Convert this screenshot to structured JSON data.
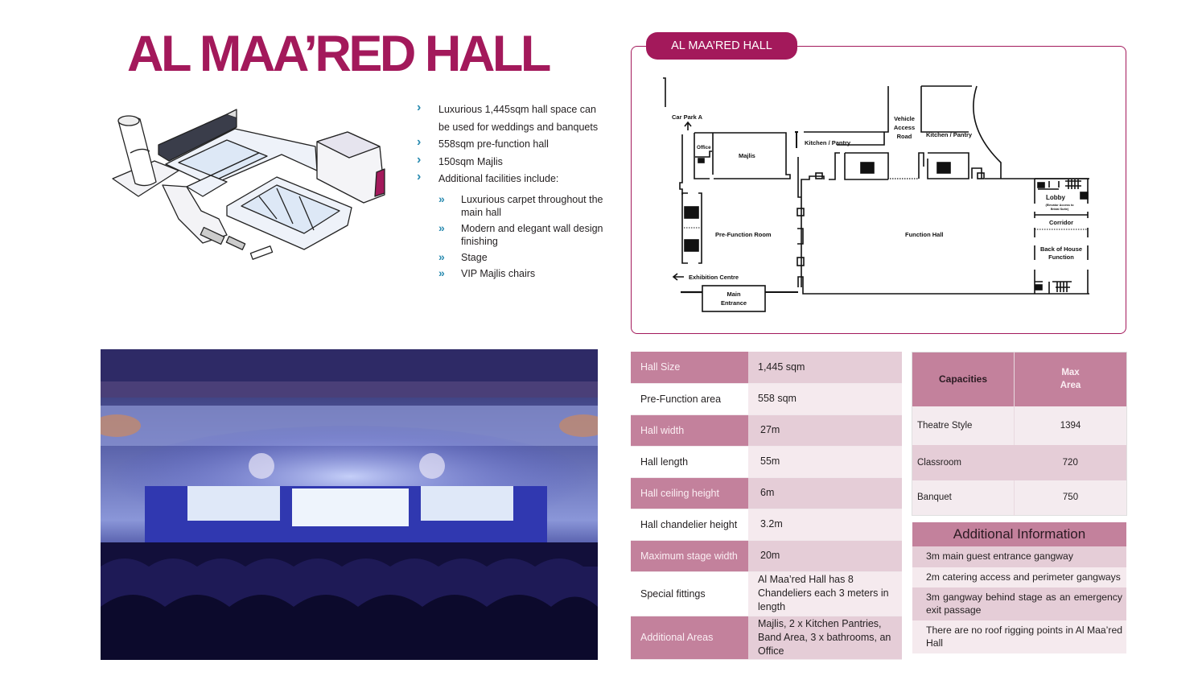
{
  "title": "AL MAA’RED HALL",
  "colors": {
    "brand": "#a3195b",
    "table_dark": "#c3819c",
    "table_mid": "#e5cdd7",
    "table_light": "#f5eaee",
    "bullet": "#2a8bb0"
  },
  "features": {
    "items": [
      "Luxurious 1,445sqm hall space can be used for weddings and banquets",
      "558sqm pre-function hall",
      "150sqm Majlis",
      "Additional facilities include:"
    ],
    "sub_items": [
      "Luxurious carpet throughout the main hall",
      "Modern and elegant wall design finishing",
      "Stage",
      "VIP Majlis chairs"
    ],
    "bullet_icon": "›",
    "sub_bullet_icon": "»"
  },
  "floor_plan": {
    "tab_label": "AL MAA’RED HALL",
    "labels": {
      "car_park": "Car Park A",
      "office": "Office",
      "majlis": "Majlis",
      "kitchen1": "Kitchen / Pantry",
      "vehicle1": "Vehicle",
      "vehicle2": "Access",
      "vehicle3": "Road",
      "kitchen2": "Kitchen / Pantry",
      "lobby": "Lobby",
      "lobby_sub1": "(Elevator Access to",
      "lobby_sub2": "Bridal Suite)",
      "corridor": "Corridor",
      "boh1": "Back of House",
      "boh2": "Function",
      "prefunction": "Pre-Function Room",
      "function_hall": "Function Hall",
      "exhibition": "Exhibition Centre",
      "main1": "Main",
      "main2": "Entrance"
    }
  },
  "photo": {
    "description": "Conference hall with stage, three screens, chandeliers and rows of chairs"
  },
  "specs": [
    {
      "label": "Hall Size",
      "value": "1,445 sqm"
    },
    {
      "label": "Pre-Function area",
      "value": "558 sqm"
    },
    {
      "label": "Hall width",
      "value": "27m"
    },
    {
      "label": "Hall length",
      "value": "55m"
    },
    {
      "label": "Hall ceiling height",
      "value": "6m"
    },
    {
      "label": "Hall chandelier height",
      "value": "3.2m"
    },
    {
      "label": "Maximum stage width",
      "value": "20m"
    },
    {
      "label": "Special fittings",
      "value": "Al Maa’red Hall has 8 Chandeliers each 3 meters in length"
    },
    {
      "label": "Additional Areas",
      "value": "Majlis, 2 x Kitchen Pantries, Band Area, 3 x bathrooms, an Office"
    }
  ],
  "capacities": {
    "header_label": "Capacities",
    "header_value_line1": "Max",
    "header_value_line2": "Area",
    "rows": [
      {
        "label": "Theatre Style",
        "value": "1394"
      },
      {
        "label": "Classroom",
        "value": "720"
      },
      {
        "label": "Banquet",
        "value": "750"
      }
    ]
  },
  "additional_info": {
    "title": "Additional Information",
    "items": [
      "3m main guest entrance gangway",
      "2m catering access and perimeter gangways",
      "3m gangway behind stage as an emergency exit passage",
      "There are no roof rigging points in Al Maa’red Hall"
    ]
  }
}
